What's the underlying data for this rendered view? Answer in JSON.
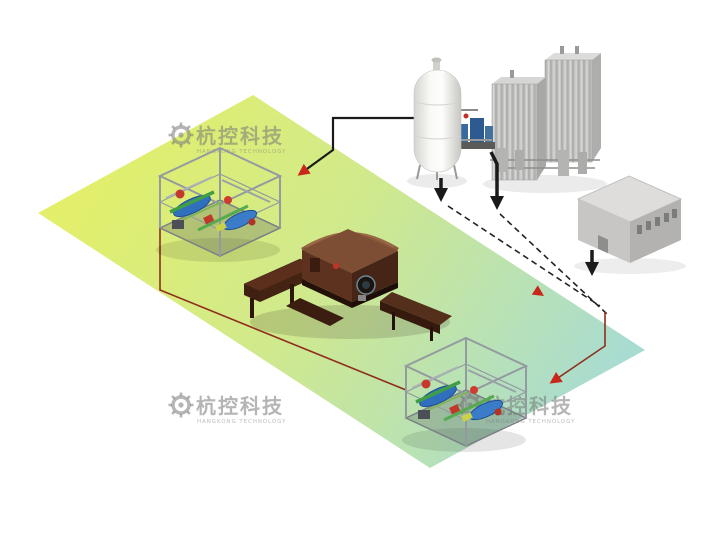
{
  "watermark": {
    "name": "杭控科技",
    "subtitle": "HANGKONG TECHNOLOGY"
  },
  "colors": {
    "background": "#ffffff",
    "floor_start": "#e3ef6a",
    "floor_mid": "#cfe98e",
    "floor_end": "#a6dbd6",
    "flow_line": "#1a1a1a",
    "return_line": "#8f2e1e",
    "arrow_accent": "#c8271b",
    "tank_body": "#f2f2ef",
    "silo_body": "#c6c6c4",
    "building_body": "#c7c6c4",
    "machine_body": "#5d3320",
    "skid_pipe_blue": "#2f6fbe",
    "skid_pipe_green": "#3f9e46",
    "skid_pump_red": "#c43a2e"
  },
  "scene": {
    "elements": [
      "floor-plane",
      "storage-tank",
      "gas-silos",
      "pump-unit",
      "control-building",
      "left-skid-unit",
      "main-machine",
      "right-skid-unit",
      "flow-lines"
    ]
  }
}
